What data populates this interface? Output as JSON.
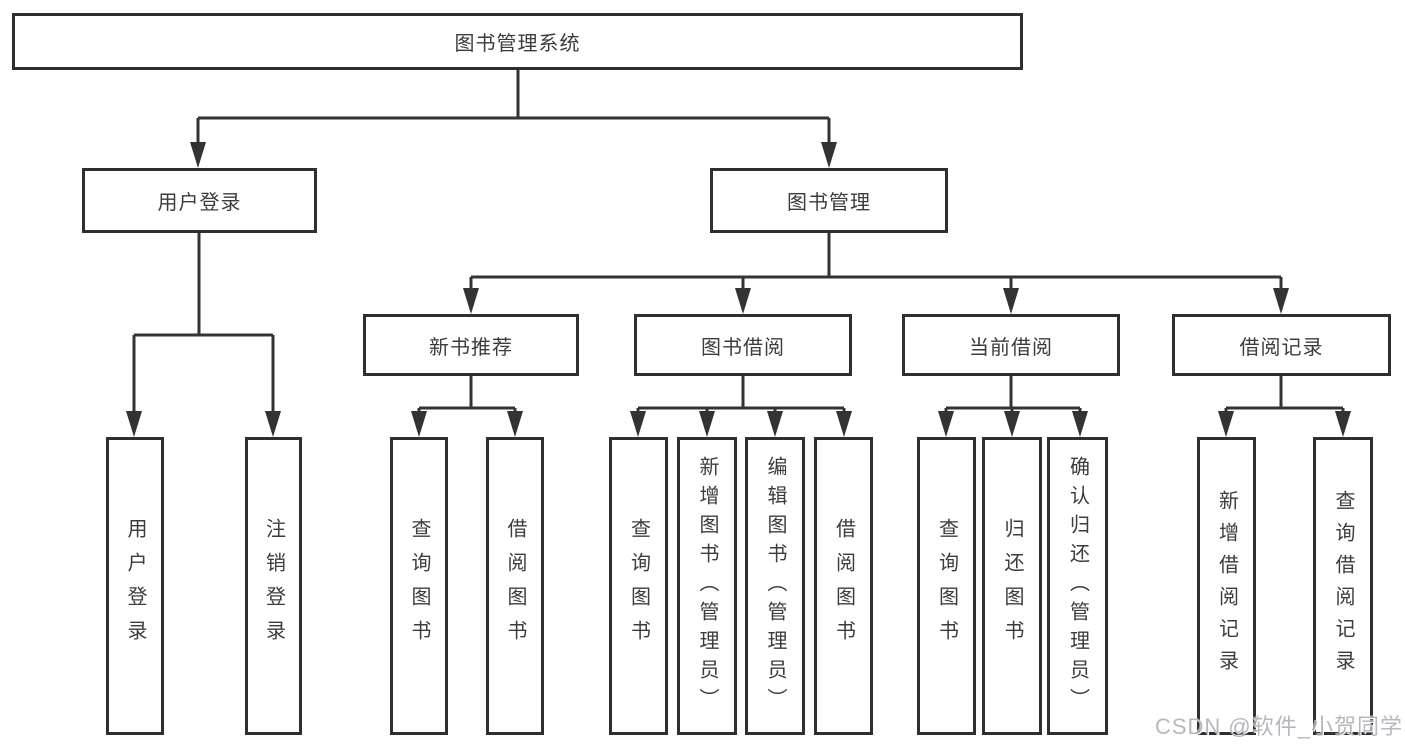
{
  "tree": {
    "label": "图书管理系统",
    "children": [
      {
        "label": "用户登录",
        "children": [
          {
            "label": "用户登录"
          },
          {
            "label": "注销登录"
          }
        ]
      },
      {
        "label": "图书管理",
        "children": [
          {
            "label": "新书推荐",
            "children": [
              {
                "label": "查询图书"
              },
              {
                "label": "借阅图书"
              }
            ]
          },
          {
            "label": "图书借阅",
            "children": [
              {
                "label": "查询图书"
              },
              {
                "label": "新增图书（管理员）"
              },
              {
                "label": "编辑图书（管理员）"
              },
              {
                "label": "借阅图书"
              }
            ]
          },
          {
            "label": "当前借阅",
            "children": [
              {
                "label": "查询图书"
              },
              {
                "label": "归还图书"
              },
              {
                "label": "确认归还（管理员）"
              }
            ]
          },
          {
            "label": "借阅记录",
            "children": [
              {
                "label": "新增借阅记录"
              },
              {
                "label": "查询借阅记录"
              }
            ]
          }
        ]
      }
    ]
  },
  "watermark": {
    "text": "CSDN @软件_小贺同学"
  },
  "colors": {
    "line": "#333333",
    "border": "#2f2f2f",
    "text": "#3c3c3c",
    "background": "#ffffff",
    "watermark": "#a8adb3"
  }
}
